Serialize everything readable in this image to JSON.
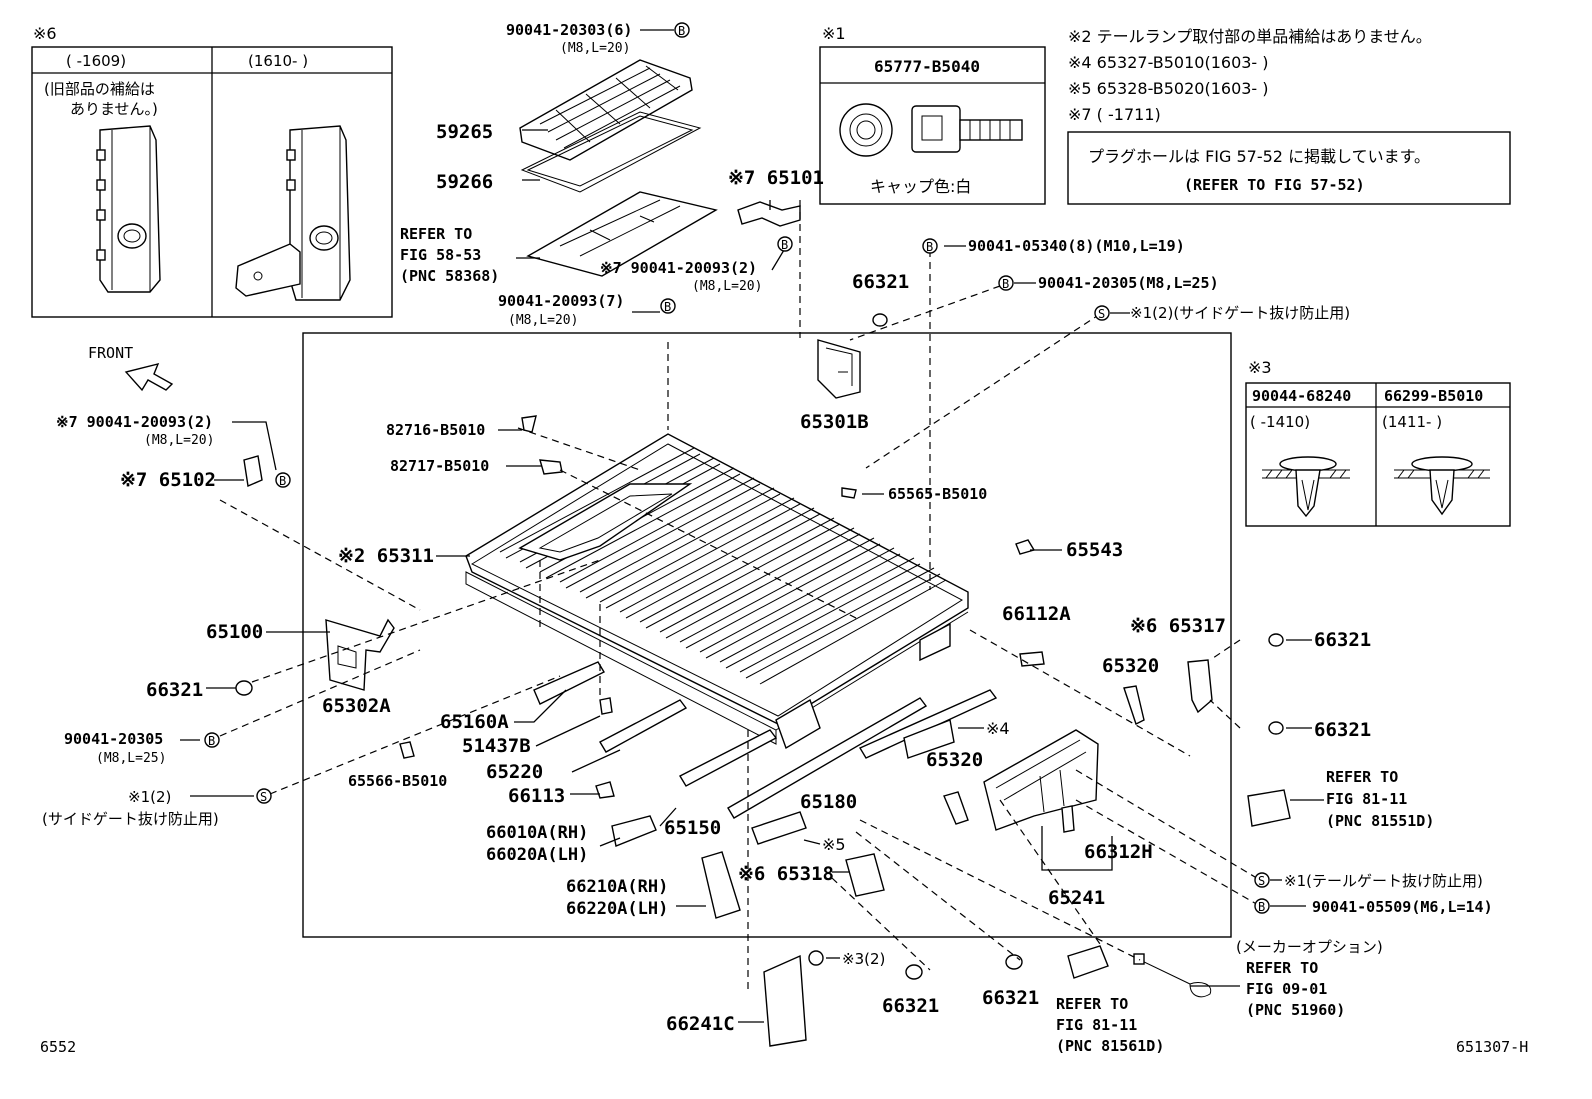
{
  "inset6": {
    "mark": "※6",
    "col1_head": "(      -1609)",
    "col2_head": "(1610-      )",
    "note_line1": "(旧部品の補給は",
    "note_line2": "ありません。)"
  },
  "inset1": {
    "mark": "※1",
    "part": "65777-B5040",
    "cap_color": "キャップ色:白"
  },
  "notes": {
    "n2": "※2 テールランプ取付部の単品補給はありません。",
    "n4": "※4 65327-B5010(1603-      )",
    "n5": "※5 65328-B5020(1603-      )",
    "n7": "※7 (      -1711)",
    "plug_line1": "プラグホールは FIG 57-52 に掲載しています。",
    "plug_line2": "(REFER TO FIG 57-52)"
  },
  "inset3": {
    "mark": "※3",
    "left_part": "90044-68240",
    "right_part": "66299-B5010",
    "left_range": "(      -1410)",
    "right_range": "(1411-      )"
  },
  "front_label": "FRONT",
  "callouts": {
    "p90041_20303": "90041-20303(6)",
    "p90041_20303_spec": "(M8,L=20)",
    "p59265": "59265",
    "p59266": "59266",
    "refer_5853_a": "REFER TO",
    "refer_5853_b": "FIG 58-53",
    "refer_5853_c": "(PNC 58368)",
    "p65101": "※7 65101",
    "p90041_20093_2": "※7 90041-20093(2)",
    "p90041_20093_2_spec": "(M8,L=20)",
    "p90041_20093_7": "90041-20093(7)",
    "p90041_20093_7_spec": "(M8,L=20)",
    "p90041_05340": "90041-05340(8)(M10,L=19)",
    "p90041_20305_top": "90041-20305(M8,L=25)",
    "side_gate_top": "※1(2)(サイドゲート抜け防止用)",
    "p66321_top": "66321",
    "p65301B": "65301B",
    "p82716": "82716-B5010",
    "p82717": "82717-B5010",
    "p65565": "65565-B5010",
    "left_90041_20093": "※7 90041-20093(2)",
    "left_90041_20093_spec": "(M8,L=20)",
    "p65102": "※7 65102",
    "p65311": "※2 65311",
    "p65543": "65543",
    "p66112A": "66112A",
    "p65317": "※6 65317",
    "p66321_r1": "66321",
    "p65320_r": "65320",
    "p66321_r2": "66321",
    "p65100": "65100",
    "p66321_l": "66321",
    "p65302A": "65302A",
    "p90041_20305_l": "90041-20305",
    "p90041_20305_l_spec": "(M8,L=25)",
    "p65566": "65566-B5010",
    "side_gate_l1": "※1(2)",
    "side_gate_l2": "(サイドゲート抜け防止用)",
    "p65160A": "65160A",
    "p51437B": "51437B",
    "p65220": "65220",
    "p66113": "66113",
    "p65150": "65150",
    "p65180": "65180",
    "p65320_m": "65320",
    "mark4": "※4",
    "mark5": "※5",
    "p66010A": "66010A(RH)",
    "p66020A": "66020A(LH)",
    "p66210A": "66210A(RH)",
    "p66220A": "66220A(LH)",
    "p65318": "※6 65318",
    "p66312H": "66312H",
    "p65241": "65241",
    "refer_8111_a": "REFER TO",
    "refer_8111_b": "FIG 81-11",
    "refer_8111_c": "(PNC 81551D)",
    "tail_gate": "※1(テールゲート抜け防止用)",
    "p90041_05509": "90041-05509(M6,L=14)",
    "maker_opt": "(メーカーオプション)",
    "refer_0901_a": "REFER TO",
    "refer_0901_b": "FIG 09-01",
    "refer_0901_c": "(PNC 51960)",
    "mark3_2": "※3(2)",
    "p66321_b1": "66321",
    "p66321_b2": "66321",
    "p66241C": "66241C",
    "refer_b_a": "REFER TO",
    "refer_b_b": "FIG 81-11",
    "refer_b_c": "(PNC 81561D)"
  },
  "footer": {
    "left_code": "6552",
    "right_code": "651307-H"
  },
  "symbols": {
    "bolt": "B",
    "screw": "S"
  }
}
